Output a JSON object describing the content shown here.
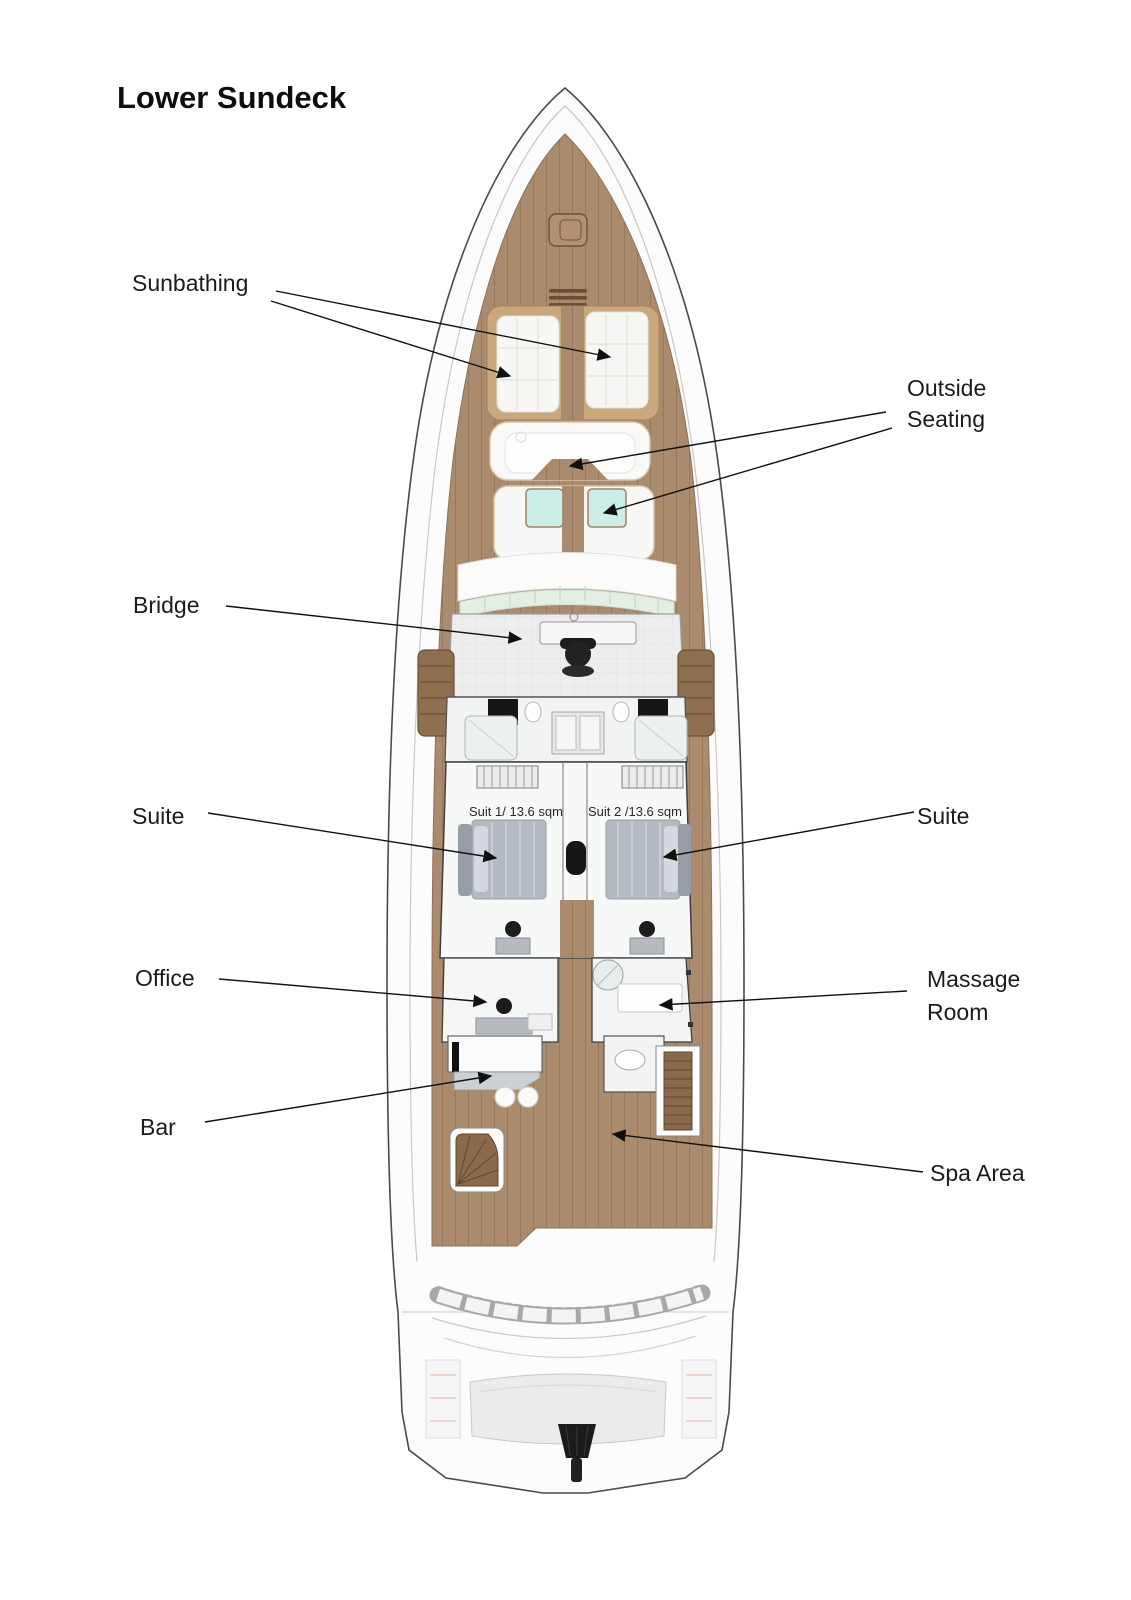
{
  "title": "Lower Sundeck",
  "callouts": {
    "sunbathing": "Sunbathing",
    "outside_seating": "Outside Seating",
    "bridge": "Bridge",
    "suite_left": "Suite",
    "suite_right": "Suite",
    "office": "Office",
    "massage_room": "Massage Room",
    "bar": "Bar",
    "spa_area": "Spa Area"
  },
  "rooms": {
    "suite1_label": "Suit 1/ 13.6 sqm",
    "suite2_label": "Suit 2 /13.6 sqm"
  },
  "colors": {
    "deck_wood": "#ab8b6e",
    "deck_wood_line": "#96795d",
    "stair_wood": "#8b6a4c",
    "stair_wood_dark": "#5f4630",
    "hull_white": "#fcfcfd",
    "hull_outline": "#4a4a4a",
    "cushion_white": "#f7f8f5",
    "sunpad_frame_tan": "#c9a87d",
    "glass_green": "#e2efe2",
    "table_teal": "#cdeee8",
    "bed_gray": "#b3bac1",
    "furniture_black": "#1b1b1b",
    "arrow_black": "#101010",
    "label_text": "#1b1b1b"
  }
}
